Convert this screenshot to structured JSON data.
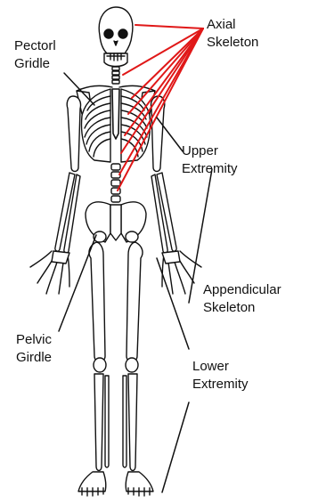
{
  "labels": {
    "axial": [
      "Axial",
      "Skeleton"
    ],
    "pectoral": [
      "Pectorl",
      "Gridle"
    ],
    "upper": [
      "Upper",
      "Extremity"
    ],
    "appendicular": [
      "Appendicular",
      "Skeleton"
    ],
    "pelvic": [
      "Pelvic",
      "Girdle"
    ],
    "lower": [
      "Lower",
      "Extremity"
    ]
  },
  "colors": {
    "axial_leader": "#e01818",
    "leader": "#111111",
    "bone_outline": "#111111",
    "bone_fill": "#ffffff",
    "background": "#ffffff"
  }
}
